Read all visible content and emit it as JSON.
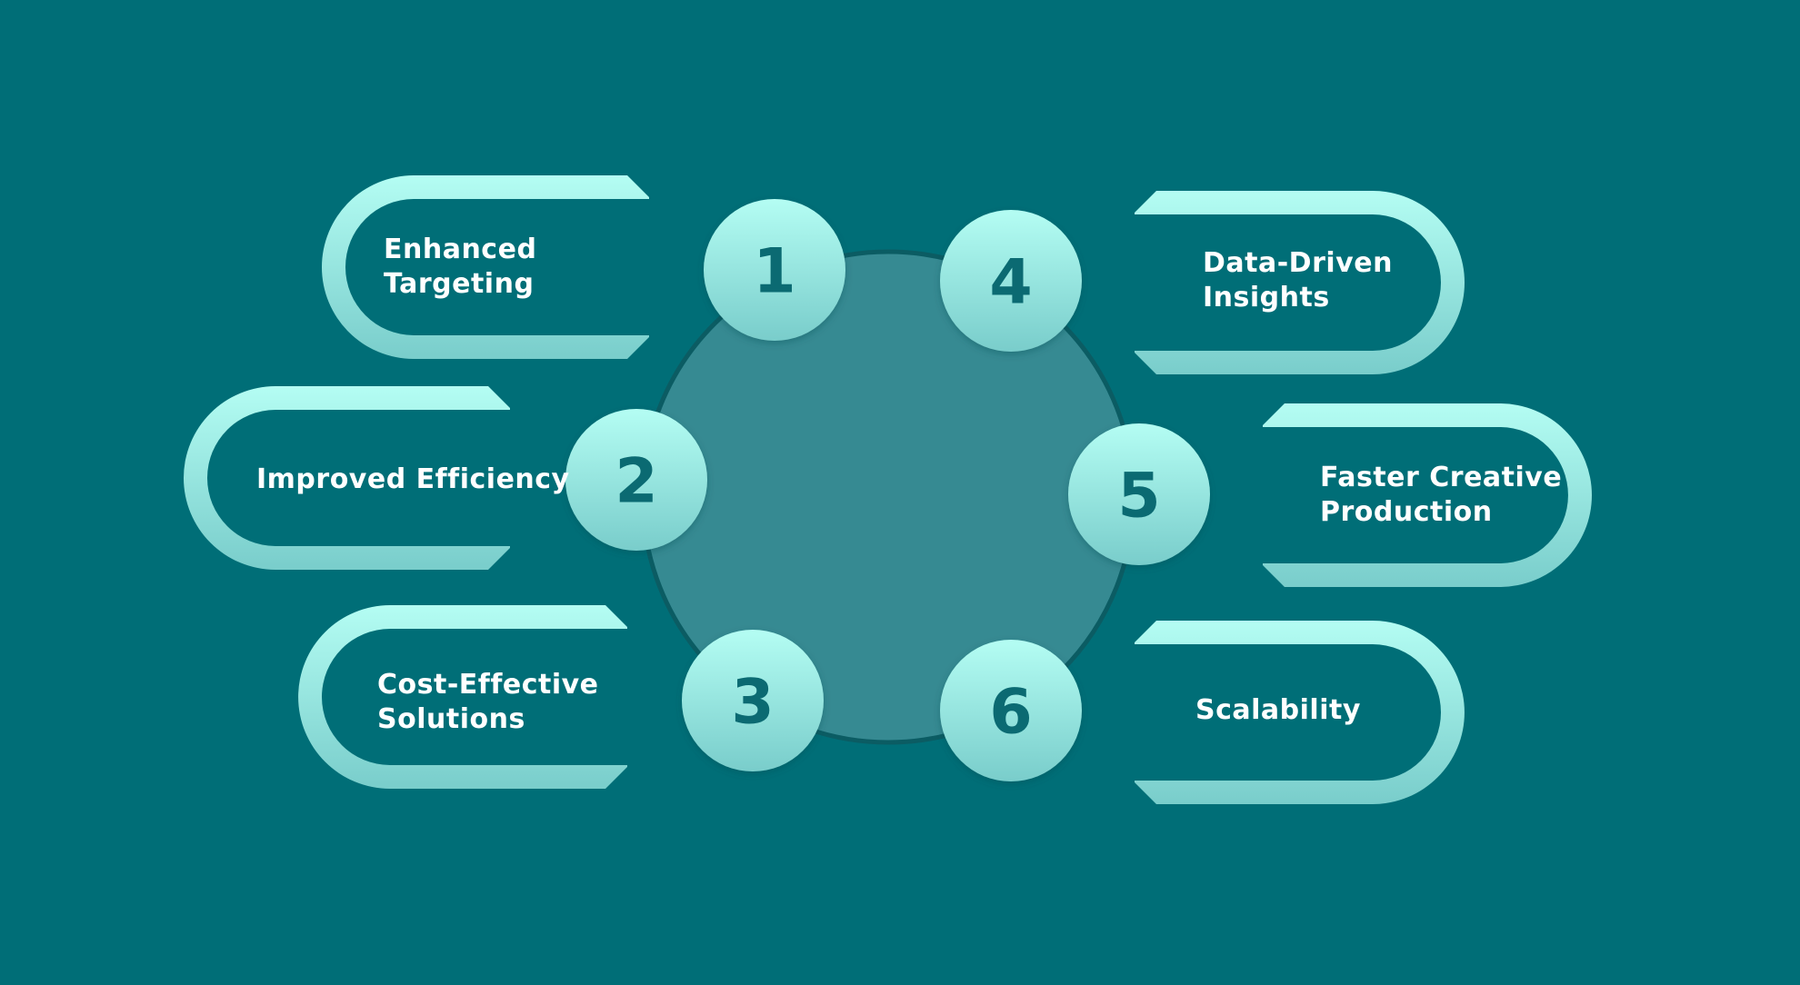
{
  "diagram": {
    "background_color": "#006e77",
    "center_circle_color": "#368a92",
    "badge_text_color": "#0b6a72",
    "label_text_color": "#ffffff",
    "gradient_top": "#b4fdf3",
    "gradient_bottom": "#79cdcb",
    "items": [
      {
        "number": "1",
        "lines": [
          "Enhanced",
          "Targeting"
        ]
      },
      {
        "number": "2",
        "lines": [
          "Improved Efficiency"
        ]
      },
      {
        "number": "3",
        "lines": [
          "Cost-Effective",
          "Solutions"
        ]
      },
      {
        "number": "4",
        "lines": [
          "Data-Driven",
          "Insights"
        ]
      },
      {
        "number": "5",
        "lines": [
          "Faster Creative",
          "Production"
        ]
      },
      {
        "number": "6",
        "lines": [
          "Scalability"
        ]
      }
    ]
  }
}
